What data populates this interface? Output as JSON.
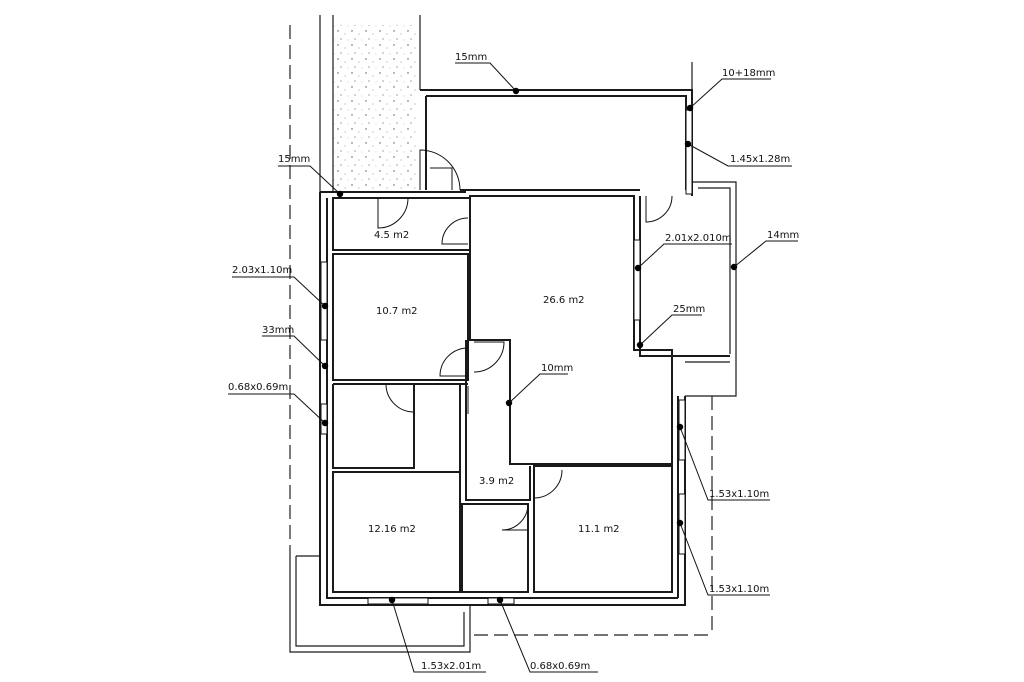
{
  "rooms": {
    "r1": "4.5  m2",
    "r2": "10.7  m2",
    "r3": "26.6  m2",
    "r4": "3.9  m2",
    "r5": "12.16  m2",
    "r6": "11.1  m2"
  },
  "annotations": {
    "a1": "15mm",
    "a2": "10+18mm",
    "a3": "1.45x1.28m",
    "a4": "15mm",
    "a5": "2.01x2.010m",
    "a6": "14mm",
    "a7": "2.03x1.10m",
    "a8": "25mm",
    "a9": "33mm",
    "a10": "10mm",
    "a11": "0.68x0.69m",
    "a12": "1.53x1.10m",
    "a13": "1.53x1.10m",
    "a14": "1.53x2.01m",
    "a15": "0.68x0.69m"
  }
}
